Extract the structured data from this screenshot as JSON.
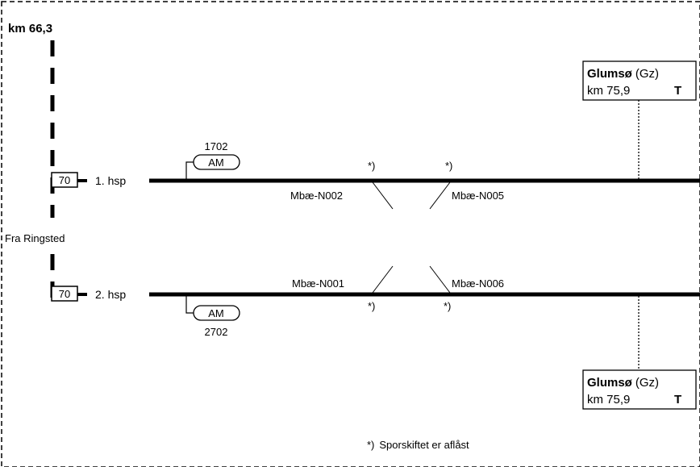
{
  "km_start": "km 66,3",
  "origin_label": "Fra Ringsted",
  "tracks": [
    {
      "name": "1. hsp",
      "speed": "70",
      "signal_number": "1702",
      "signal_label": "AM",
      "switches": [
        {
          "name": "Mbæ-N002",
          "mark": "*)"
        },
        {
          "name": "Mbæ-N005",
          "mark": "*)"
        }
      ]
    },
    {
      "name": "2. hsp",
      "speed": "70",
      "signal_number": "2702",
      "signal_label": "AM",
      "switches": [
        {
          "name": "Mbæ-N001",
          "mark": "*)"
        },
        {
          "name": "Mbæ-N006",
          "mark": "*)"
        }
      ]
    }
  ],
  "stations": [
    {
      "name": "Glumsø",
      "code": "(Gz)",
      "km": "km 75,9",
      "flag": "T"
    },
    {
      "name": "Glumsø",
      "code": "(Gz)",
      "km": "km 75,9",
      "flag": "T"
    }
  ],
  "footnote": {
    "mark": "*)",
    "text": "Sporskiftet er aflåst"
  }
}
